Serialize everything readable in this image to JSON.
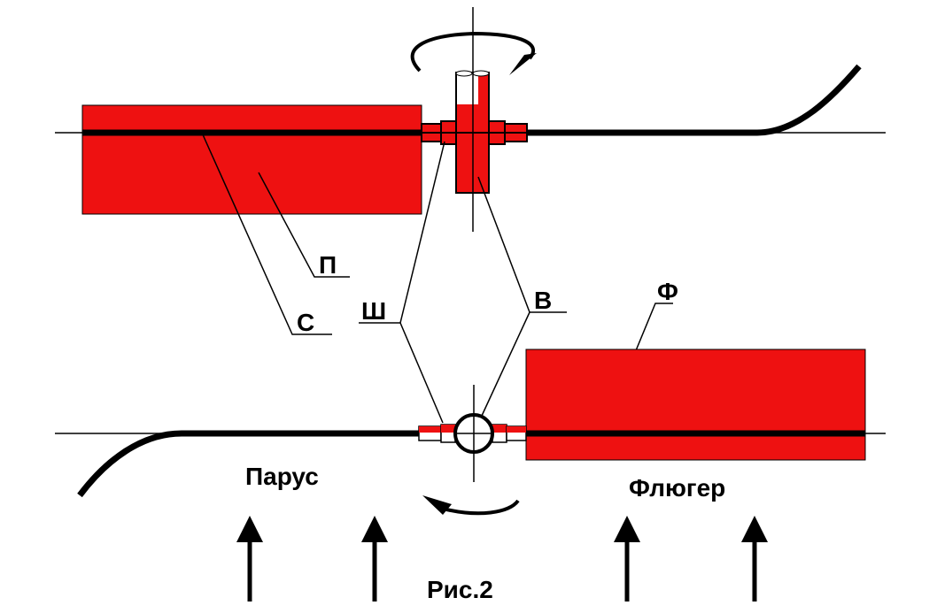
{
  "labels": {
    "p": "П",
    "s": "С",
    "sh": "Ш",
    "v": "В",
    "f": "Ф",
    "sail": "Парус",
    "vane": "Флюгер",
    "caption": "Рис.2"
  },
  "colors": {
    "red": "#ee1111",
    "line": "#000000"
  }
}
